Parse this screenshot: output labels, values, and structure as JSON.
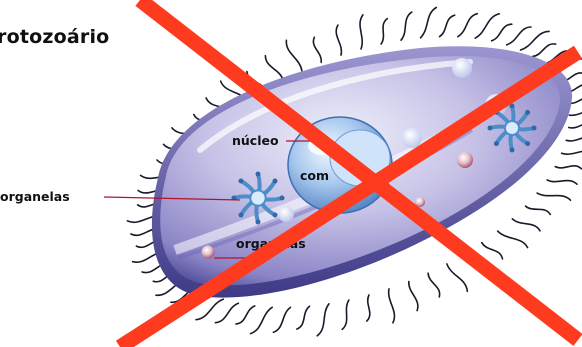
{
  "diagram": {
    "title": "rotozoário",
    "labels": {
      "nucleus": "núcleo",
      "organelles_left": "organelas",
      "organelles_bottom": "organelas",
      "inner_fragment": "com"
    }
  },
  "colors": {
    "cross": "#ff3b1f",
    "leader_line": "#b3122a",
    "cilia": "#1a1a2a",
    "cell_body": "#b9b0dd",
    "cell_rim": "#5f5aa8",
    "nucleus": "#9fc1ea",
    "organelle_star": "#4d8ec9"
  },
  "icons": {
    "crossed_out_mark": "red-x-icon"
  }
}
